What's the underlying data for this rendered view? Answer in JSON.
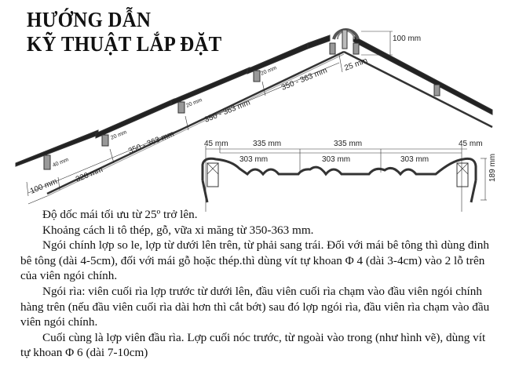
{
  "title": {
    "line1": "HƯỚNG DẪN",
    "line2": "KỸ THUẬT LẮP ĐẶT"
  },
  "roof_diagram": {
    "ridge_height": "100 mm",
    "ridge_gap": "25 mm",
    "overlap_labels": [
      "20 mm",
      "20 mm",
      "20 mm"
    ],
    "first_batten": "40 mm",
    "eave_overhang": "100 mm",
    "first_spacing": "320 mm",
    "spacing_labels": [
      "350 - 363 mm",
      "350 - 363 mm",
      "350 - 363 mm"
    ]
  },
  "profile_diagram": {
    "top_dims": [
      "45 mm",
      "335 mm",
      "335 mm",
      "45 mm"
    ],
    "inner_dims": [
      "303 mm",
      "303 mm",
      "303 mm"
    ],
    "height": "189 mm"
  },
  "body": {
    "p1": "Độ dốc mái tối ưu từ 25º trở lên.",
    "p2": "Khoảng cách li tô thép, gỗ, vữa xi măng từ 350-363 mm.",
    "p3": "Ngói chính lợp so le, lợp từ dưới lên trên, từ phải sang trái. Đối với mái bê tông thì dùng đinh bê tông (dài 4-5cm), đối với mái gỗ hoặc thép.thì dùng vít tự khoan Φ 4 (dài 3-4cm) vào 2 lỗ trên của viên ngói chính.",
    "p4": " Ngói rìa: viên cuối rìa lợp trước từ dưới lên, đầu viên cuối rìa chạm vào đầu viên ngói chính hàng trên (nếu đầu viên cuối rìa dài hơn thì cắt bớt) sau đó lợp ngói rìa, đầu viên rìa chạm vào đầu viên ngói chính.",
    "p5": "Cuối cùng là lợp viên đầu rìa. Lợp cuối nóc trước, từ ngoài vào trong (như hình vẽ), dùng vít tự khoan Φ 6 (dài 7-10cm)"
  }
}
